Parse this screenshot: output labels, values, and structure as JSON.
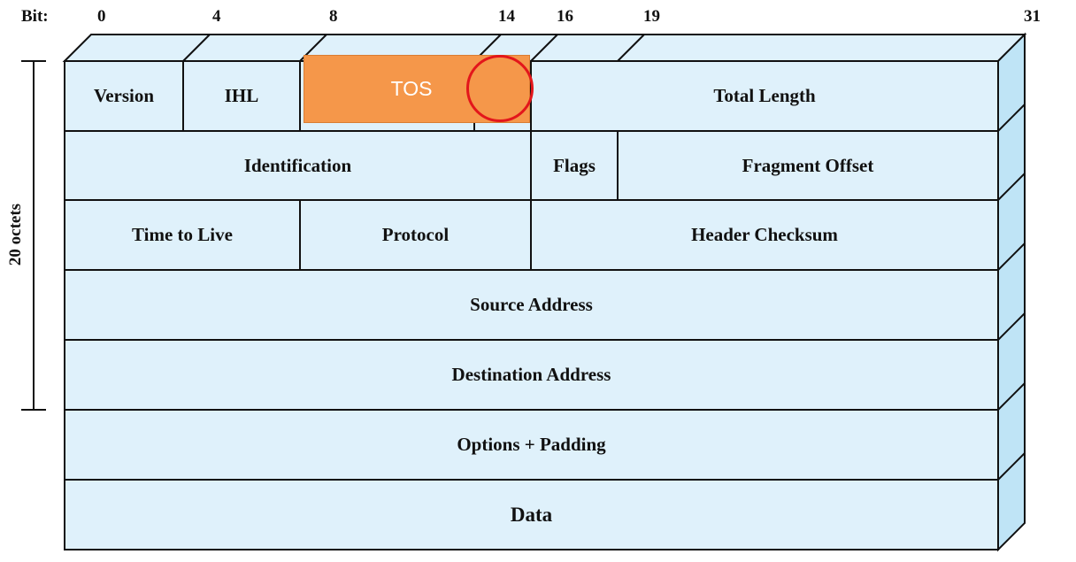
{
  "bit_prefix": "Bit:",
  "bit_markers": [
    "0",
    "4",
    "8",
    "14",
    "16",
    "19",
    "31"
  ],
  "fields": {
    "version": "Version",
    "ihl": "IHL",
    "tos": "TOS",
    "total_length": "Total Length",
    "identification": "Identification",
    "flags": "Flags",
    "fragment_offset": "Fragment Offset",
    "time_to_live": "Time to Live",
    "protocol": "Protocol",
    "header_checksum": "Header Checksum",
    "source_address": "Source Address",
    "destination_address": "Destination Address",
    "options_padding": "Options + Padding",
    "data": "Data"
  },
  "header_size_label": "20 octets",
  "colors": {
    "cell_fill": "#dff1fb",
    "side_fill": "#bfe4f6",
    "stroke": "#111111",
    "tos_fill": "#f5974a",
    "highlight_circle": "#e3161b"
  }
}
